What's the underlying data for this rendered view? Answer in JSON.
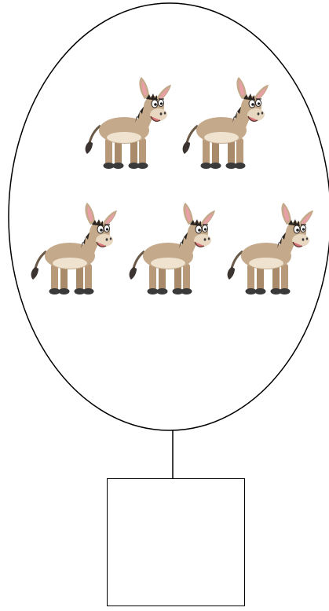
{
  "diagram": {
    "group": {
      "item_icon": "donkey-icon",
      "item_count": 5,
      "rows": [
        2,
        3
      ]
    },
    "answer_box": {
      "value": ""
    }
  },
  "colors": {
    "outline": "#000000",
    "donkey_body": "#c4a98a",
    "donkey_belly": "#efe2cf",
    "donkey_mane": "#2a2420",
    "donkey_ear_inner": "#e8a0a6",
    "donkey_hoof": "#3a3a3a",
    "donkey_muzzle": "#e8d8c2"
  }
}
